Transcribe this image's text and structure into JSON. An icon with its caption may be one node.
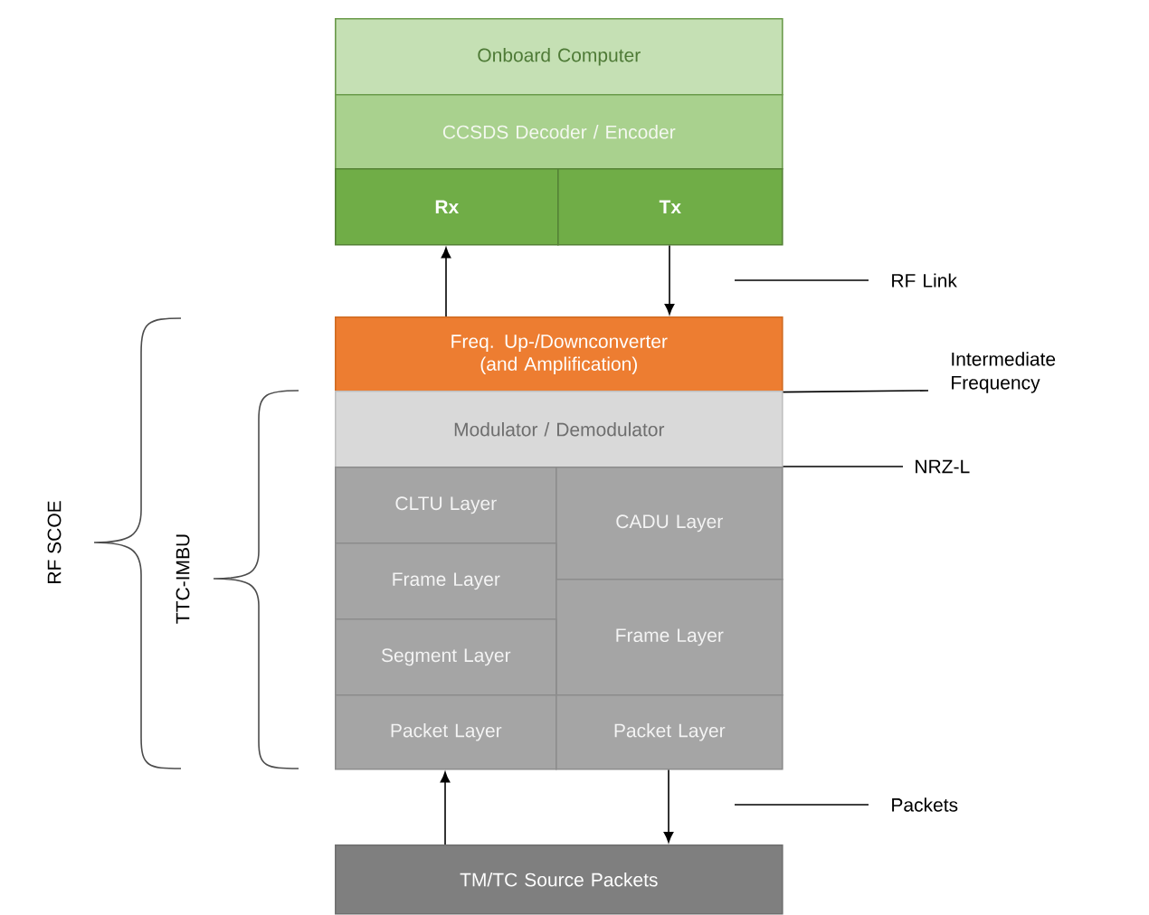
{
  "diagram": {
    "nodes": [
      {
        "text": [
          "Onboard Computer"
        ]
      },
      {
        "text": [
          "CCSDS Decoder / Encoder"
        ]
      },
      {
        "text": [
          "Rx"
        ]
      },
      {
        "text": [
          "Tx"
        ]
      },
      {
        "text": [
          "Freq. Up-/Downconverter (and Amplification)"
        ]
      },
      {
        "text": [
          "Modulator / Demodulator"
        ]
      },
      {
        "text": [
          "CLTU Layer"
        ]
      },
      {
        "text": [
          "CADU Layer"
        ]
      },
      {
        "text": [
          "Frame Layer"
        ]
      },
      {
        "text": [
          "Frame Layer"
        ]
      },
      {
        "text": [
          "Segment Layer"
        ]
      },
      {
        "text": [
          "Packet Layer"
        ]
      },
      {
        "text": [
          "Packet Layer"
        ]
      },
      {
        "text": [
          "TM/TC Source Packets"
        ]
      },
      {
        "text": [
          "RF Link"
        ]
      },
      {
        "text": [
          "Intermediate Frequency"
        ]
      },
      {
        "text": [
          "NRZ-L"
        ]
      },
      {
        "text": [
          "Packets"
        ]
      }
    ],
    "edges": [
      {
        "from": 4,
        "to": 2,
        "arrow": "to"
      },
      {
        "from": 3,
        "to": 4,
        "arrow": "to"
      },
      {
        "from": 13,
        "to": 11,
        "arrow": "to"
      },
      {
        "from": 12,
        "to": 13,
        "arrow": "to"
      },
      {
        "from": 14,
        "to": null,
        "arrow": "none"
      },
      {
        "from": 15,
        "to": 4,
        "arrow": "none"
      },
      {
        "from": 16,
        "to": 7,
        "arrow": "none"
      },
      {
        "from": 17,
        "to": null,
        "arrow": "none"
      }
    ],
    "labels": [
      "RF SCOE",
      "TTC-IMBU"
    ]
  }
}
